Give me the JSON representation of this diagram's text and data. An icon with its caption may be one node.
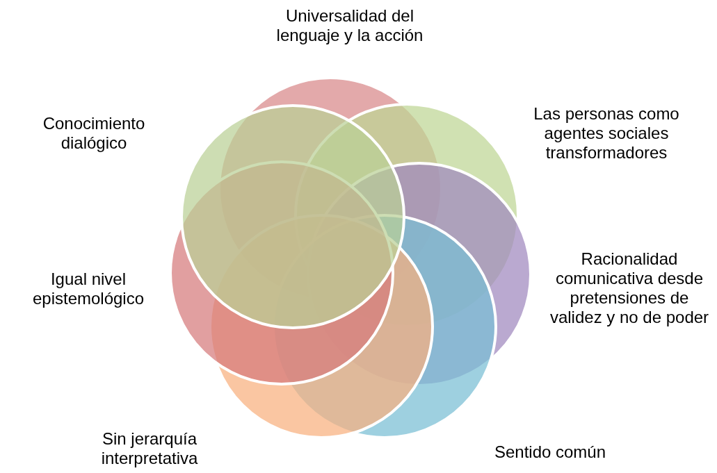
{
  "diagram": {
    "nodes": [
      {
        "text": [
          "Universalidad del lenguaje y la acción"
        ]
      },
      {
        "text": [
          "Las personas como agentes sociales transformadores"
        ]
      },
      {
        "text": [
          "Racionalidad comunicativa desde pretensiones de validez y no de poder"
        ]
      },
      {
        "text": [
          "Sentido común"
        ]
      },
      {
        "text": [
          "Sin jerarquía interpretativa"
        ]
      },
      {
        "text": [
          "Igual nivel epistemológico"
        ]
      },
      {
        "text": [
          "Conocimiento dialógico"
        ]
      }
    ]
  }
}
